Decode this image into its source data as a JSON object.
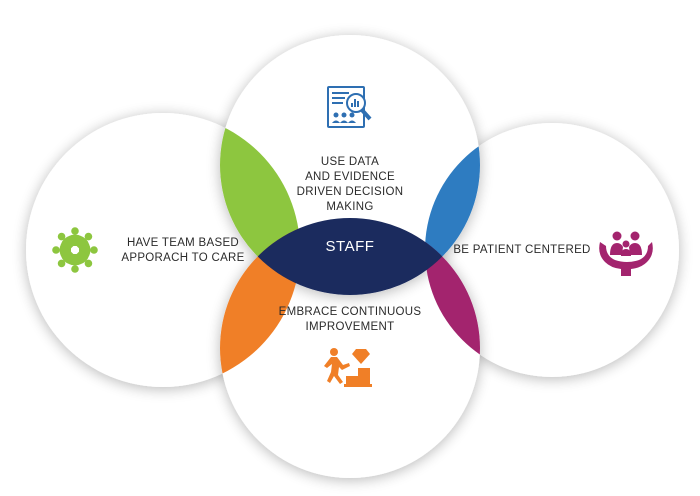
{
  "center": {
    "label": "STAFF"
  },
  "circles": {
    "top": {
      "lines": [
        "USE DATA",
        "AND EVIDENCE",
        "DRIVEN DECISION",
        "MAKING"
      ],
      "icon": "data-report-magnifier-icon"
    },
    "left": {
      "lines": [
        "HAVE TEAM BASED",
        "APPORACH TO CARE"
      ],
      "icon": "team-circle-icon"
    },
    "right": {
      "lines": [
        "BE PATIENT CENTERED"
      ],
      "icon": "family-in-hands-icon"
    },
    "bottom": {
      "lines": [
        "EMBRACE CONTINUOUS",
        "IMPROVEMENT"
      ],
      "icon": "climbing-to-diamond-icon"
    }
  },
  "colors": {
    "green": "#8dc63f",
    "blue": "#2e7cc1",
    "orange": "#f07f27",
    "magenta": "#a3246e",
    "navy": "#1b2b5e",
    "icon_blue": "#2e6fb2",
    "icon_green": "#8dc63f",
    "icon_orange": "#f07f27",
    "icon_magenta": "#a3246e",
    "text": "#2b2b2b"
  }
}
